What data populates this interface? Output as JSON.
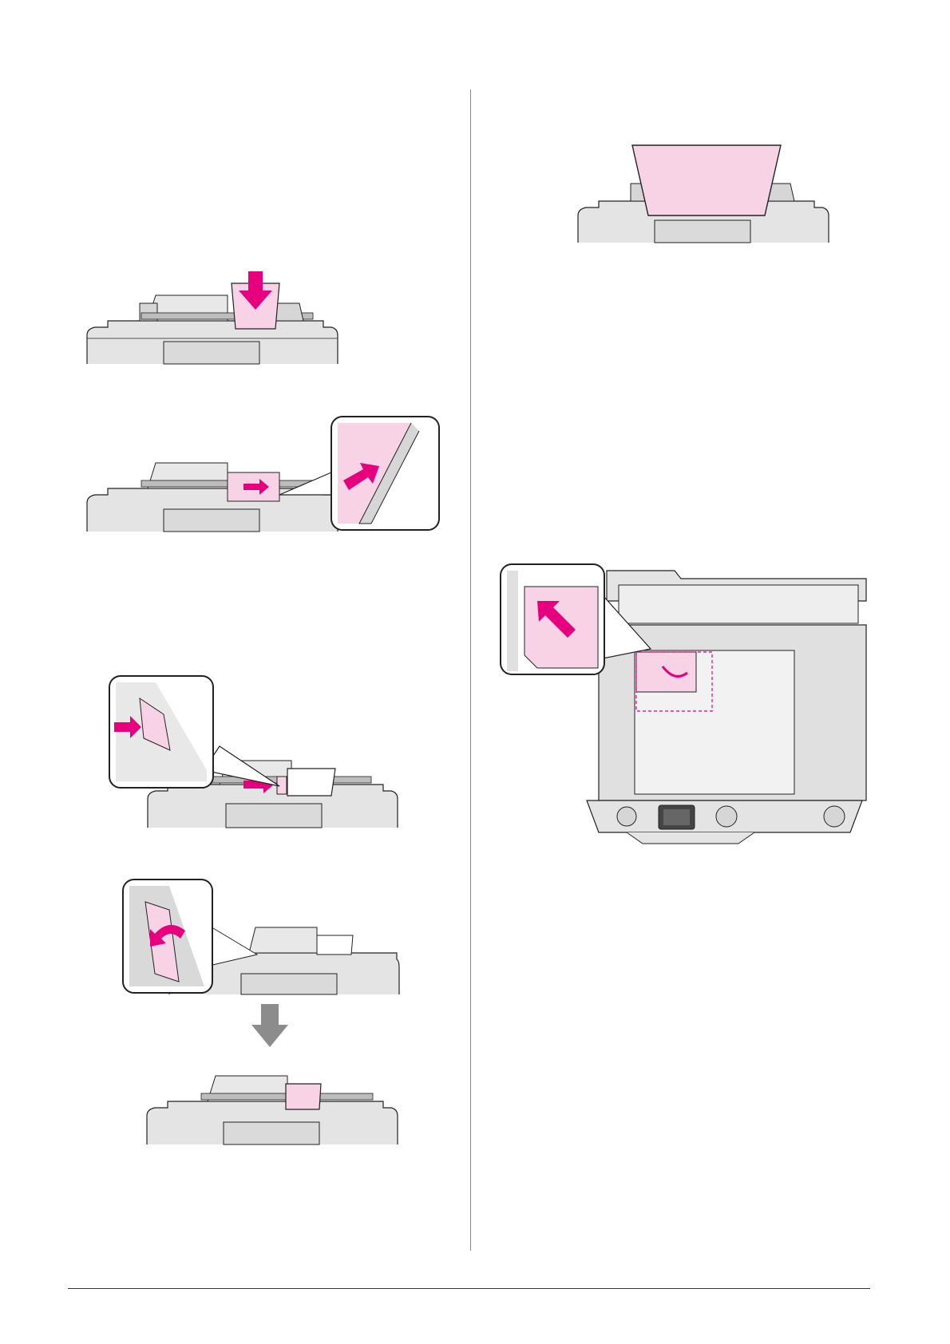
{
  "page": {
    "figures": [
      {
        "name": "load-paper-push-down"
      },
      {
        "name": "slide-edge-guide"
      },
      {
        "name": "load-envelope-guide"
      },
      {
        "name": "flip-feeder-guard"
      },
      {
        "name": "printer-paper-loaded"
      },
      {
        "name": "tall-paper-in-feeder"
      },
      {
        "name": "place-original-on-glass"
      }
    ]
  },
  "colors": {
    "accent": "#e6007e",
    "paper": "#f8d3e6",
    "line": "#222222",
    "body_gray": "#e4e4e4",
    "body_dark": "#bdbdbd",
    "arrow_gray": "#8c8c8c"
  }
}
